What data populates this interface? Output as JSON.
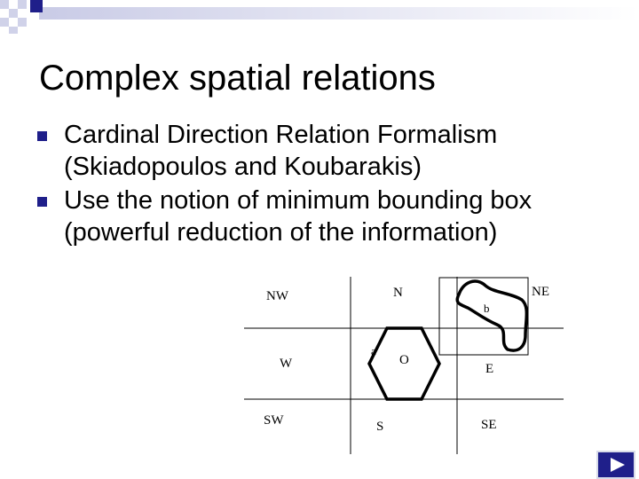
{
  "slide": {
    "title": "Complex spatial relations",
    "bullets": [
      "Cardinal Direction Relation Formalism (Skiadopoulos and Koubarakis)",
      "Use the notion of minimum bounding box (powerful reduction of the information)"
    ]
  },
  "diagram": {
    "tile_labels": {
      "nw": "NW",
      "n": "N",
      "ne": "NE",
      "w": "W",
      "o": "O",
      "e": "E",
      "sw": "SW",
      "s": "S",
      "se": "SE"
    },
    "object_labels": {
      "a": "a",
      "b": "b"
    }
  },
  "colors": {
    "bullet_marker": "#1f1f8a",
    "nav_button": "#1f1f8a",
    "topbar_square": "#1f1f8a"
  },
  "icons": {
    "nav": "play-arrow-icon"
  }
}
